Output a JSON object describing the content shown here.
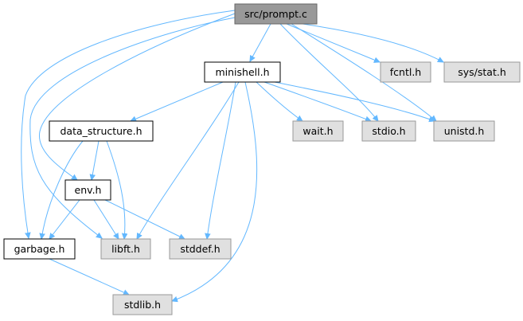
{
  "graph": {
    "colors": {
      "edge": "#63b8ff",
      "focus_fill": "#999999",
      "focus_stroke": "#666666",
      "project_fill": "#ffffff",
      "project_stroke": "#000000",
      "system_fill": "#e0e0e0",
      "system_stroke": "#999999"
    },
    "nodes": [
      {
        "id": "prompt",
        "label": "src/prompt.c",
        "kind": "focus"
      },
      {
        "id": "minishell",
        "label": "minishell.h",
        "kind": "project"
      },
      {
        "id": "fcntl",
        "label": "fcntl.h",
        "kind": "system"
      },
      {
        "id": "sysstat",
        "label": "sys/stat.h",
        "kind": "system"
      },
      {
        "id": "datastructure",
        "label": "data_structure.h",
        "kind": "project"
      },
      {
        "id": "wait",
        "label": "wait.h",
        "kind": "system"
      },
      {
        "id": "stdio",
        "label": "stdio.h",
        "kind": "system"
      },
      {
        "id": "unistd",
        "label": "unistd.h",
        "kind": "system"
      },
      {
        "id": "env",
        "label": "env.h",
        "kind": "project"
      },
      {
        "id": "garbage",
        "label": "garbage.h",
        "kind": "project"
      },
      {
        "id": "libft",
        "label": "libft.h",
        "kind": "system"
      },
      {
        "id": "stddef",
        "label": "stddef.h",
        "kind": "system"
      },
      {
        "id": "stdlib",
        "label": "stdlib.h",
        "kind": "system"
      }
    ],
    "edges": [
      {
        "from": "prompt",
        "to": "minishell"
      },
      {
        "from": "prompt",
        "to": "fcntl"
      },
      {
        "from": "prompt",
        "to": "sysstat"
      },
      {
        "from": "prompt",
        "to": "stdio"
      },
      {
        "from": "prompt",
        "to": "unistd"
      },
      {
        "from": "prompt",
        "to": "env"
      },
      {
        "from": "prompt",
        "to": "garbage"
      },
      {
        "from": "prompt",
        "to": "libft"
      },
      {
        "from": "minishell",
        "to": "datastructure"
      },
      {
        "from": "minishell",
        "to": "wait"
      },
      {
        "from": "minishell",
        "to": "stdio"
      },
      {
        "from": "minishell",
        "to": "unistd"
      },
      {
        "from": "minishell",
        "to": "libft"
      },
      {
        "from": "minishell",
        "to": "stddef"
      },
      {
        "from": "minishell",
        "to": "stdlib"
      },
      {
        "from": "datastructure",
        "to": "env"
      },
      {
        "from": "datastructure",
        "to": "garbage"
      },
      {
        "from": "datastructure",
        "to": "libft"
      },
      {
        "from": "env",
        "to": "garbage"
      },
      {
        "from": "env",
        "to": "libft"
      },
      {
        "from": "env",
        "to": "stddef"
      },
      {
        "from": "garbage",
        "to": "stdlib"
      }
    ]
  }
}
